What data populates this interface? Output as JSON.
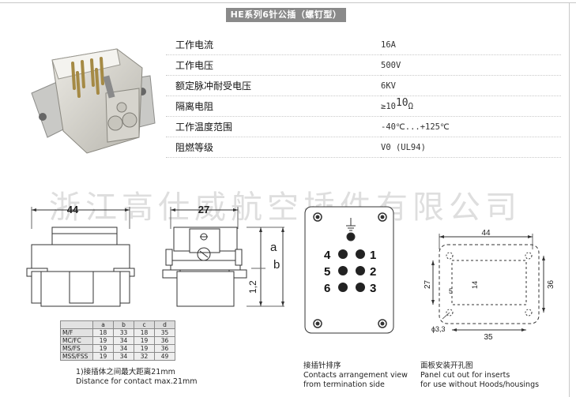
{
  "page": {
    "title": "HE系列6针公插（螺钉型）"
  },
  "specs": [
    {
      "label": "工作电流",
      "value": "16A"
    },
    {
      "label": "工作电压",
      "value": "500V"
    },
    {
      "label": "额定脉冲耐受电压",
      "value": "6KV"
    },
    {
      "label": "隔离电阻",
      "value_prefix": "≥10",
      "value_sup": "10",
      "value_suffix": "Ω"
    },
    {
      "label": "工作温度范围",
      "value": "-40℃...+125℃"
    },
    {
      "label": "阻燃等级",
      "value": "V0 (UL94)"
    }
  ],
  "watermark": "浙江高仕威航空插件有限公司",
  "drawing": {
    "dim_44": "44",
    "dim_27": "27",
    "dim_a": "a",
    "dim_b": "b",
    "dim_12": "1,2",
    "pins": [
      "4",
      "1",
      "5",
      "2",
      "6",
      "3"
    ],
    "panel_44": "44",
    "panel_27": "27",
    "panel_36": "36",
    "panel_5": "5",
    "panel_14": "14",
    "panel_35": "35",
    "panel_hole": "ϕ3,3"
  },
  "dim_table": {
    "headers": [
      "",
      "a",
      "b",
      "c",
      "d"
    ],
    "rows": [
      [
        "M/F",
        "18",
        "33",
        "18",
        "35"
      ],
      [
        "MC/FC",
        "19",
        "34",
        "19",
        "36"
      ],
      [
        "MS/FS",
        "19",
        "34",
        "19",
        "36"
      ],
      [
        "MSS/FSS",
        "19",
        "34",
        "32",
        "49"
      ]
    ]
  },
  "notes": {
    "distance_cn": "1)接插体之间最大距离21mm",
    "distance_en": "Distance for contact max.21mm",
    "termination_cn": "接插针排序",
    "termination_en1": "Contacts arrangement view",
    "termination_en2": "from termination side",
    "panel_cn": "面板安装开孔图",
    "panel_en1": "Panel cut out for inserts",
    "panel_en2": "for use without Hoods/housings"
  }
}
